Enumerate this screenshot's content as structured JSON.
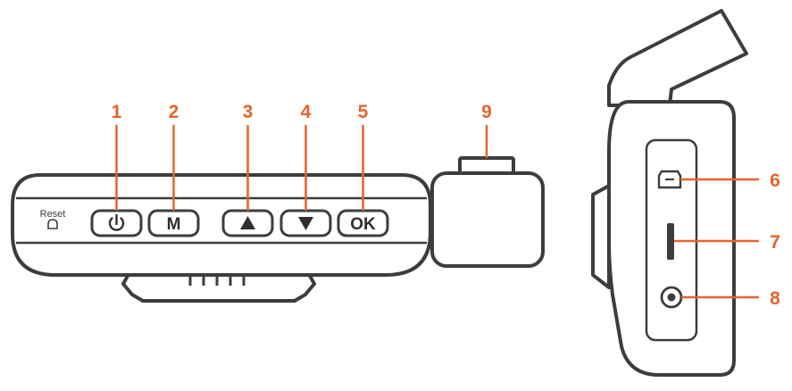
{
  "front_view": {
    "reset_label": "Reset",
    "buttons": {
      "mode_label": "M",
      "ok_label": "OK"
    }
  },
  "callouts": [
    "1",
    "2",
    "3",
    "4",
    "5",
    "9",
    "6",
    "7",
    "8"
  ],
  "colors": {
    "callout": "#e8622a",
    "outline": "#3d3d3d"
  },
  "icons": [
    "power-icon",
    "up-arrow-icon",
    "down-arrow-icon",
    "reset-icon",
    "mini-usb-port-icon",
    "sd-card-slot-icon",
    "av-jack-icon"
  ]
}
